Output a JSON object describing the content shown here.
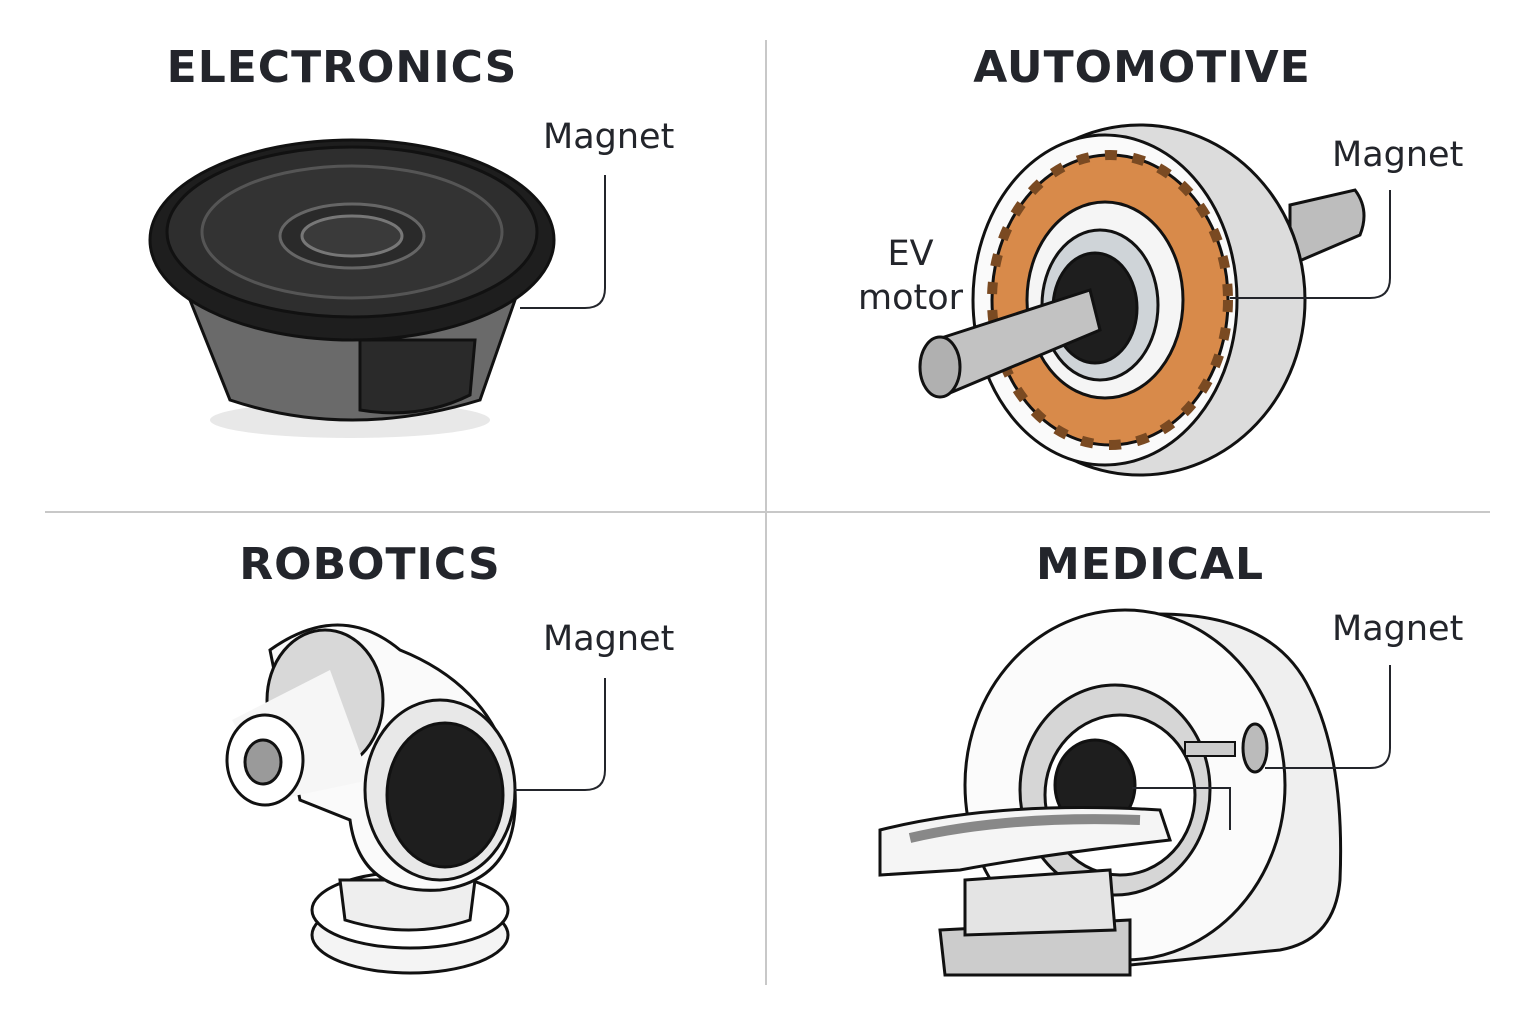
{
  "panels": [
    {
      "title": "ELECTRONICS",
      "label": "Magnet",
      "device": "speaker"
    },
    {
      "title": "AUTOMOTIVE",
      "label": "Magnet",
      "secondary_label": "EV\nmotor",
      "device": "ev-motor"
    },
    {
      "title": "ROBOTICS",
      "label": "Magnet",
      "device": "robot-joint"
    },
    {
      "title": "MEDICAL",
      "label": "Magnet",
      "device": "mri-scanner"
    }
  ],
  "colors": {
    "text": "#23252b",
    "divider": "#c8c8c8",
    "copper": "#d88a4a",
    "dark": "#2a2a2a"
  }
}
